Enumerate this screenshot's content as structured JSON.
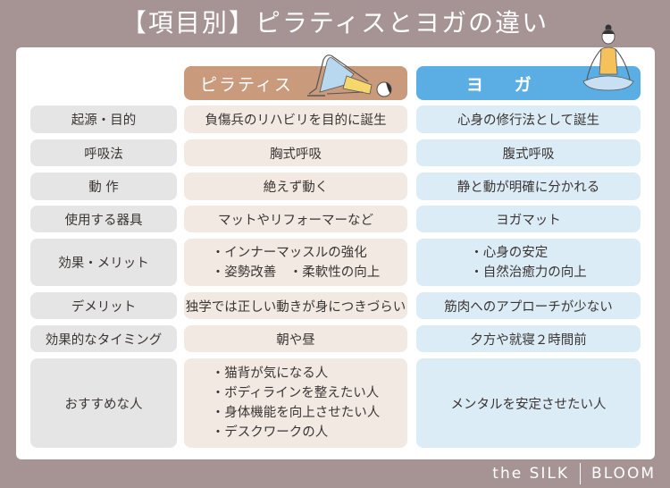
{
  "title": "【項目別】ピラティスとヨガの違い",
  "headers": {
    "pilates": "ピラティス",
    "yoga": "ヨ ガ"
  },
  "colors": {
    "background": "#a69494",
    "pilates_header": "#c99a7c",
    "yoga_header": "#5aaee3",
    "label_cell": "#e6e5e5",
    "pilates_cell": "#f2e9e3",
    "yoga_cell": "#dcecf7"
  },
  "rows": [
    {
      "label": "起源・目的",
      "pilates": [
        "負傷兵のリハビリを目的に誕生"
      ],
      "yoga": [
        "心身の修行法として誕生"
      ]
    },
    {
      "label": "呼吸法",
      "pilates": [
        "胸式呼吸"
      ],
      "yoga": [
        "腹式呼吸"
      ]
    },
    {
      "label": "動 作",
      "pilates": [
        "絶えず動く"
      ],
      "yoga": [
        "静と動が明確に分かれる"
      ]
    },
    {
      "label": "使用する器具",
      "pilates": [
        "マットやリフォーマーなど"
      ],
      "yoga": [
        "ヨガマット"
      ]
    },
    {
      "label": "効果・メリット",
      "pilates": [
        "・インナーマッスルの強化",
        "・姿勢改善　・柔軟性の向上"
      ],
      "yoga": [
        "・心身の安定",
        "・自然治癒力の向上"
      ]
    },
    {
      "label": "デメリット",
      "pilates": [
        "独学では正しい動きが身につきづらい"
      ],
      "yoga": [
        "筋肉へのアプローチが少ない"
      ]
    },
    {
      "label": "効果的なタイミング",
      "pilates": [
        "朝や昼"
      ],
      "yoga": [
        "夕方や就寝２時間前"
      ]
    },
    {
      "label": "おすすめな人",
      "pilates": [
        "・猫背が気になる人",
        "・ボディラインを整えたい人",
        "・身体機能を向上させたい人",
        "・デスクワークの人"
      ],
      "yoga": [
        "メンタルを安定させたい人"
      ]
    }
  ],
  "footer": {
    "brand_left": "the SILK",
    "brand_right": "BLOOM"
  },
  "illustrations": {
    "pilates": "woman-bridge-pose-illustration",
    "yoga": "woman-lotus-meditation-illustration"
  }
}
